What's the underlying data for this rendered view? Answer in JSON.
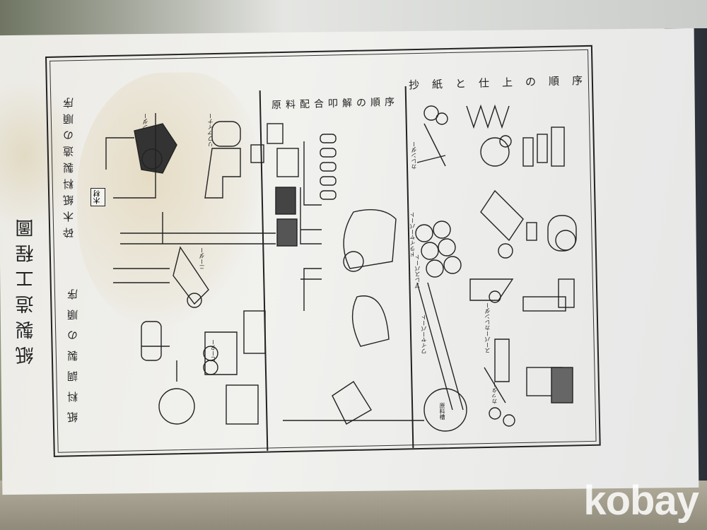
{
  "document": {
    "title": "紙製造工程圖",
    "sections": [
      {
        "id": "groundwood",
        "title": "砕木紙料製造の順序"
      },
      {
        "id": "stock",
        "title": "紙料調製の順序"
      },
      {
        "id": "blending",
        "title": "原料配合叩解の順序"
      },
      {
        "id": "papermaking",
        "title": "抄紙と仕上の順序"
      }
    ],
    "labels": {
      "wood": "木材",
      "grinder": "グラインダー",
      "refiner": "リファイナー",
      "beater": "ビーター",
      "kneader": "ニーダー",
      "dryer_part": "ドライヤーパート",
      "press_part": "プレスパート",
      "wire_part": "ワイヤーパート",
      "calender": "カレンダー",
      "super_calender": "スーパーカレンダー",
      "cutter": "カッター",
      "stock_tank": "原料槽"
    }
  },
  "watermark": "kobay"
}
